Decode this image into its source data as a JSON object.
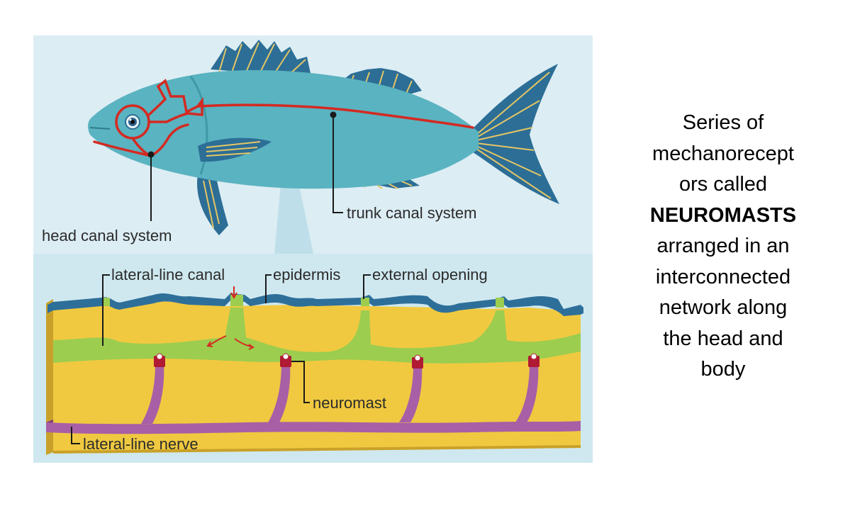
{
  "diagram": {
    "labels": {
      "head_canal": "head canal system",
      "trunk_canal": "trunk canal system",
      "lateral_line_canal": "lateral-line canal",
      "epidermis": "epidermis",
      "external_opening": "external opening",
      "neuromast": "neuromast",
      "lateral_line_nerve": "lateral-line nerve"
    },
    "colors": {
      "background": "#dcedf4",
      "fish_body": "#5ab3c0",
      "fin": "#2c6e96",
      "fin_ray": "#e4c565",
      "canal_red": "#d42a22",
      "epidermis_blue": "#2e6f9a",
      "dermis_yellow": "#f0c940",
      "canal_green": "#9ccd4f",
      "nerve_purple": "#a85fa6",
      "neuromast_red": "#b01a33"
    }
  },
  "side_text": {
    "line1": "Series of",
    "line2": "mechanorecept",
    "line3": "ors called",
    "line4": "NEUROMASTS",
    "line5": "arranged in an",
    "line6": "interconnected",
    "line7": "network along",
    "line8": "the head and",
    "line9": "body"
  }
}
